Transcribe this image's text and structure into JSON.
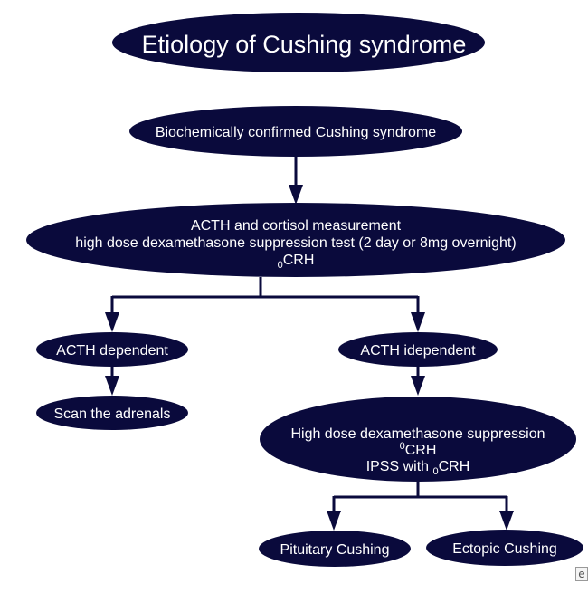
{
  "title": "Etiology of Cushing syndrome",
  "nodes": {
    "start": "Biochemically confirmed Cushing syndrome",
    "tests": {
      "line1": "ACTH and cortisol measurement",
      "line2": "high dose dexamethasone suppression test (2 day or 8mg overnight)",
      "line3_sub": "0",
      "line3": "CRH"
    },
    "acth_dependent": "ACTH dependent",
    "acth_independent": "ACTH idependent",
    "scan_adrenals": "Scan the adrenals",
    "hdds": {
      "line1": "High dose dexamethasone suppression",
      "line2_sub": "0",
      "line2": "CRH",
      "line3_a": "IPSS with ",
      "line3_sub": "0",
      "line3_b": "CRH"
    },
    "pituitary": "Pituitary Cushing",
    "ectopic": "Ectopic Cushing"
  },
  "watermark_icon": "e-logo-icon"
}
